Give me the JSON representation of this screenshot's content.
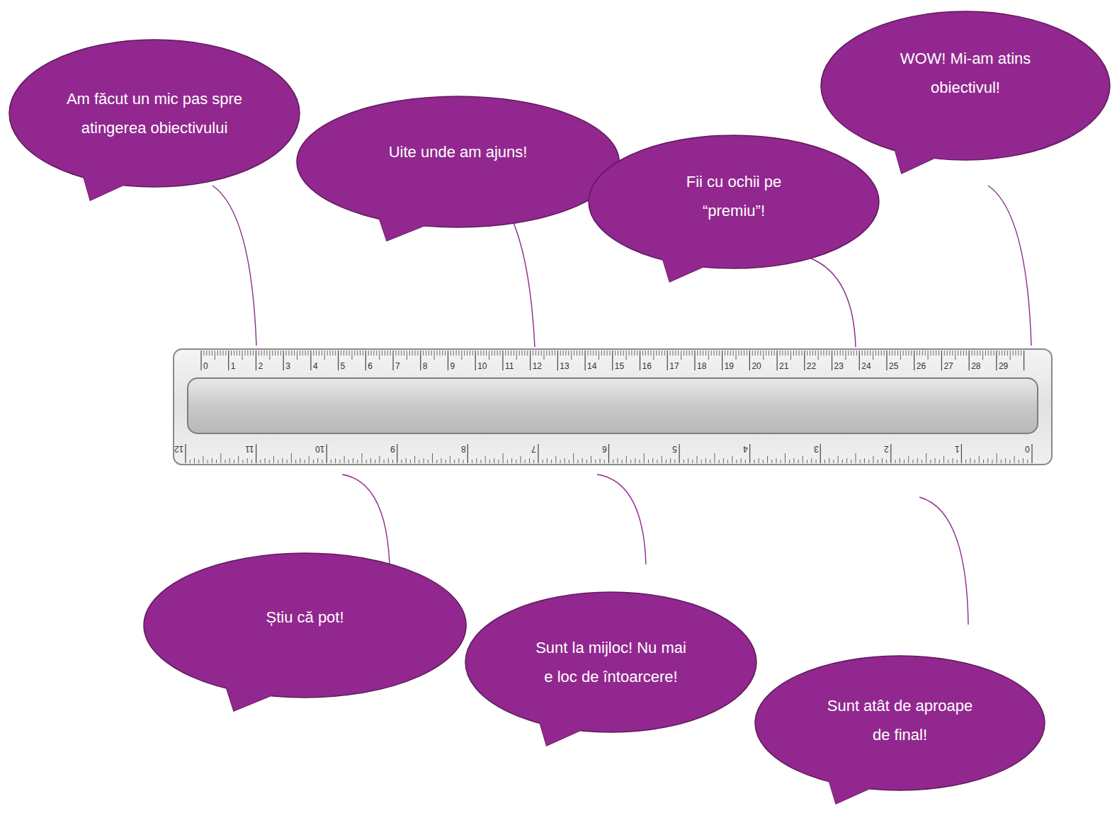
{
  "diagram": {
    "nodes": [
      {
        "text": [
          "Am făcut un mic pas spre atingerea obiectivului"
        ]
      },
      {
        "text": [
          "Uite unde am ajuns!"
        ]
      },
      {
        "text": [
          "Fii cu ochii pe “premiu”!"
        ]
      },
      {
        "text": [
          "WOW! Mi-am atins obiectivul!"
        ]
      },
      {
        "text": [
          "Știu că pot!"
        ]
      },
      {
        "text": [
          "Sunt la mijloc! Nu mai e loc de întoarcere!"
        ]
      },
      {
        "text": [
          "Sunt atât de aproape de final!"
        ]
      }
    ],
    "labels": [
      "0",
      "1",
      "2",
      "3",
      "4",
      "5",
      "6",
      "7",
      "8",
      "9",
      "10",
      "11",
      "12",
      "13",
      "14",
      "15",
      "16",
      "17",
      "18",
      "19",
      "20",
      "21",
      "22",
      "23",
      "24",
      "25",
      "26",
      "27",
      "28",
      "29",
      "12",
      "11",
      "10",
      "9",
      "8",
      "7",
      "6",
      "5",
      "4",
      "3",
      "2",
      "1",
      "0"
    ]
  }
}
